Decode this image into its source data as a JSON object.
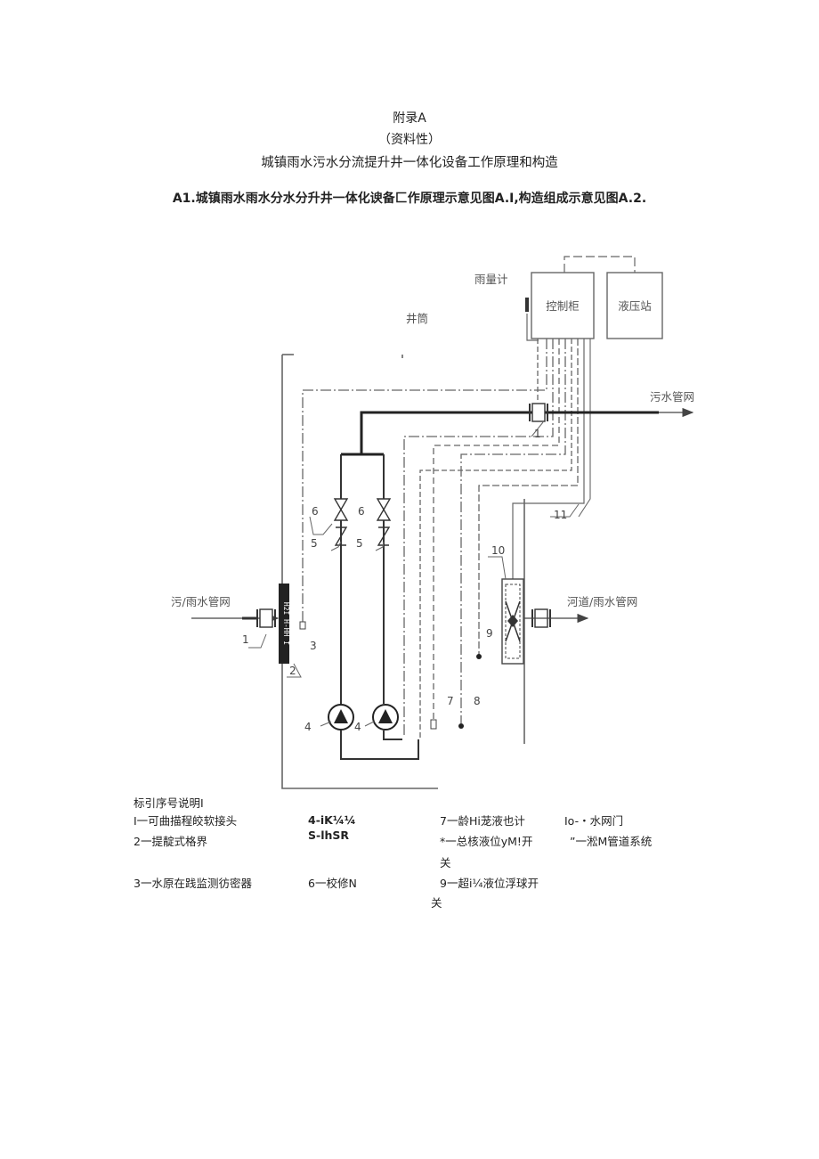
{
  "header": {
    "appendix": "附录A",
    "nature": "（资料性）",
    "title": "城镇雨水污水分流提升井一体化设备工作原理和构造",
    "intro": "A1.城镇雨水雨水分水分升井一体化谀备匚作原理示意见图A.I,构造组成示意见图A.2."
  },
  "diagram": {
    "labels": {
      "rain_gauge": "雨量计",
      "control_cabinet": "控制柜",
      "hydraulic_station": "液压站",
      "well": "井筒",
      "sewage_network": "污水管网",
      "inlet_network": "污/雨水管网",
      "river_network": "河道/雨水管网",
      "grating_text": "H2I H-HH I"
    },
    "numbers": [
      "1",
      "2",
      "3",
      "4",
      "4",
      "5",
      "5",
      "6",
      "6",
      "7",
      "8",
      "9",
      "10",
      "11",
      "1"
    ]
  },
  "legend": {
    "title": "标引序号说明I",
    "items": [
      "I一可曲描程皎软接头",
      "4-iK¼¼",
      "7一龄Hi茏液也计",
      "Io-・水网门",
      "2一提靛式格界",
      "S-lhSR",
      "*一总核液位yM!开",
      "关",
      "”一淞M管道系统",
      "3一水原在践监测彷密器",
      "6一校修N",
      "9一超i¼液位浮球开",
      "关"
    ]
  }
}
